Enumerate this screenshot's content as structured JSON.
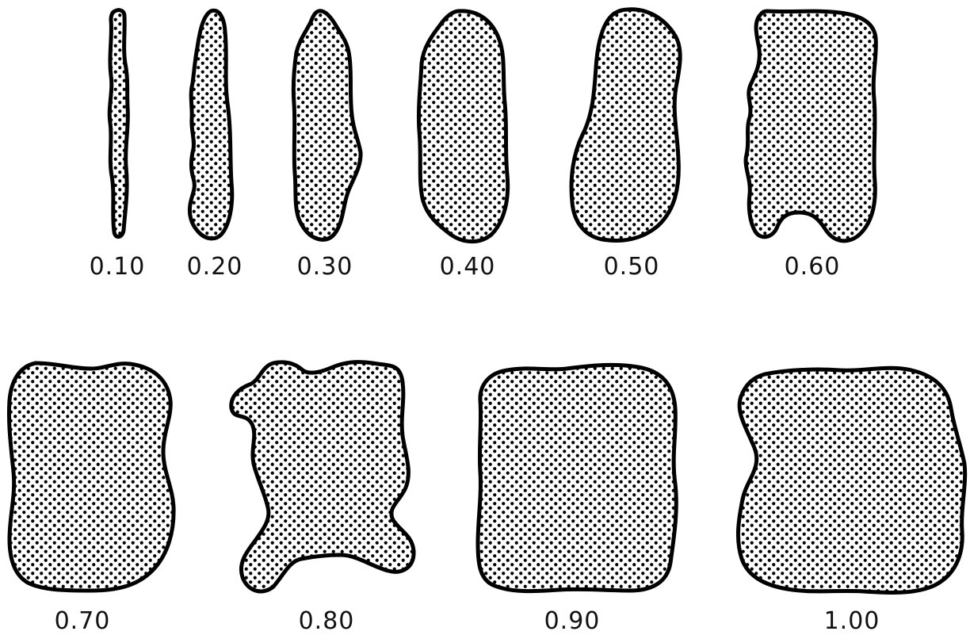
{
  "colors": {
    "outline": "#000000",
    "dot": "#000000",
    "background": "#ffffff"
  },
  "shapes": [
    {
      "label": "0.10"
    },
    {
      "label": "0.20"
    },
    {
      "label": "0.30"
    },
    {
      "label": "0.40"
    },
    {
      "label": "0.50"
    },
    {
      "label": "0.60"
    },
    {
      "label": "0.70"
    },
    {
      "label": "0.80"
    },
    {
      "label": "0.90"
    },
    {
      "label": "1.00"
    }
  ]
}
